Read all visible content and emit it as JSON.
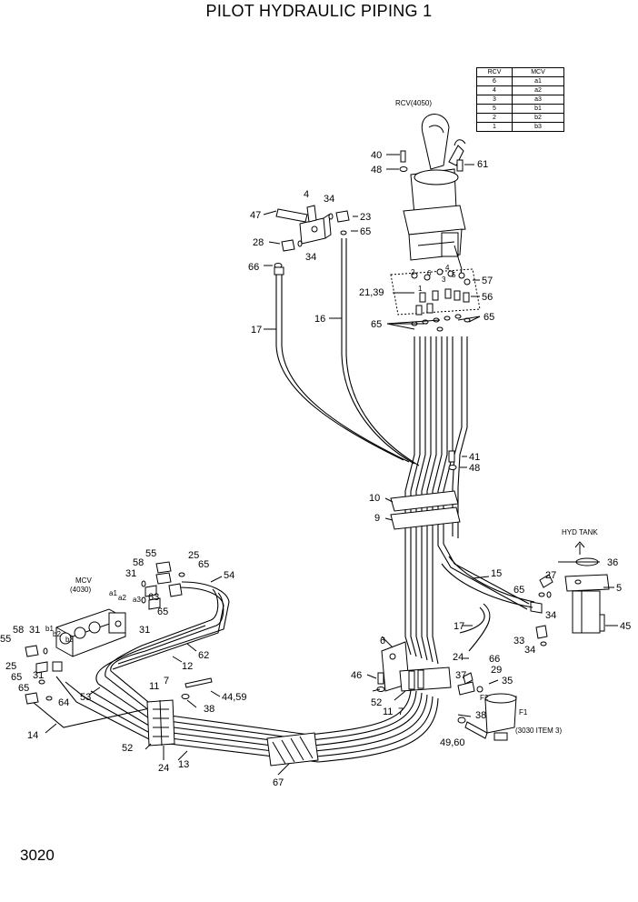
{
  "title": "PILOT HYDRAULIC PIPING 1",
  "page_number": "3020",
  "table": {
    "headers": [
      "RCV",
      "MCV"
    ],
    "rows": [
      [
        "6",
        "a1"
      ],
      [
        "4",
        "a2"
      ],
      [
        "3",
        "a3"
      ],
      [
        "5",
        "b1"
      ],
      [
        "2",
        "b2"
      ],
      [
        "1",
        "b3"
      ]
    ]
  },
  "components": {
    "rcv": "RCV(4050)",
    "mcv_name": "MCV",
    "mcv_code": "(4030)",
    "hyd_tank": "HYD  TANK",
    "filter_ref": "(3030 ITEM 3)",
    "filter_port_f1": "F1",
    "filter_port_f2": "F2",
    "mcv_ports": [
      "a1",
      "a2",
      "a3",
      "b1",
      "b2",
      "b3"
    ],
    "rcv_ports": [
      "2",
      "6",
      "1",
      "4",
      "3",
      "5"
    ]
  },
  "labels": {
    "p40": "40",
    "p48a": "48",
    "p61": "61",
    "p4": "4",
    "p34a": "34",
    "p47": "47",
    "p23": "23",
    "p65a": "65",
    "p28": "28",
    "p34b": "34",
    "p66a": "66",
    "p57": "57",
    "p21_39": "21,39",
    "p56": "56",
    "p65b": "65",
    "p65c": "65",
    "p17a": "17",
    "p16": "16",
    "p41": "41",
    "p48b": "48",
    "p10": "10",
    "p9": "9",
    "p36": "36",
    "p15": "15",
    "p27": "27",
    "p5": "5",
    "p65d": "65",
    "p17b": "17",
    "p34c": "34",
    "p45": "45",
    "p33": "33",
    "p34d": "34",
    "p6": "6",
    "p24a": "24",
    "p66b": "66",
    "p29": "29",
    "p37": "37",
    "p35": "35",
    "p46": "46",
    "p52a": "52",
    "p11a": "11",
    "p7a": "7",
    "p38a": "38",
    "p49_60": "49,60",
    "p67": "67",
    "p13": "13",
    "p24b": "24",
    "p52b": "52",
    "p11b": "11",
    "p7b": "7",
    "p44_59": "44,59",
    "p38b": "38",
    "p14": "14",
    "p53": "53",
    "p12": "12",
    "p62": "62",
    "p54": "54",
    "p55a": "55",
    "p25a": "25",
    "p58a": "58",
    "p65e": "65",
    "p31a": "31",
    "p63": "63",
    "p65f": "65",
    "p31b": "31",
    "p55b": "55",
    "p58b": "58",
    "p31c": "31",
    "p25b": "25",
    "p65g": "65",
    "p31d": "31",
    "p65h": "65",
    "p64": "64"
  }
}
